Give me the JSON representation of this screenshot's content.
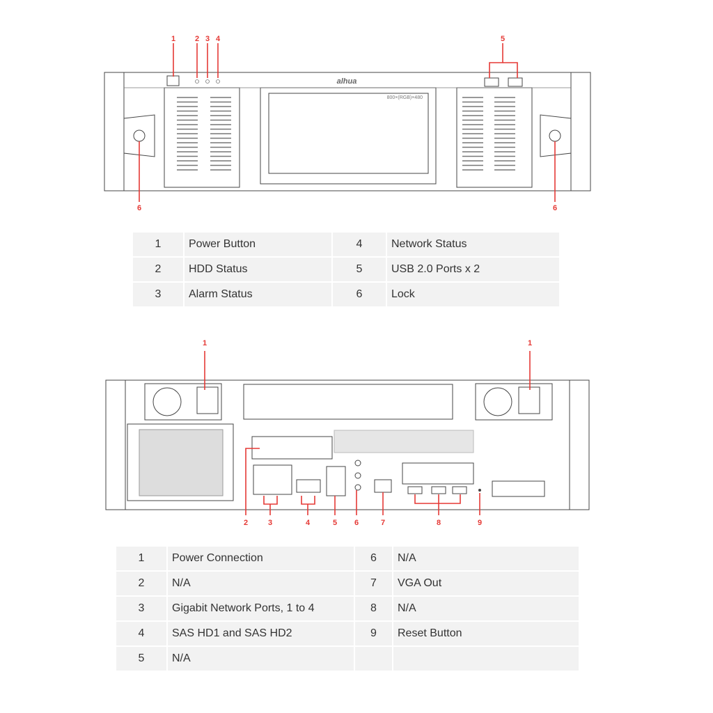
{
  "front": {
    "callouts": [
      "1",
      "2",
      "3",
      "4",
      "5",
      "6",
      "6"
    ],
    "brand": "alhua",
    "screen_label": "800×(RGB)×480",
    "legend": [
      {
        "num": "1",
        "label": "Power Button",
        "num2": "4",
        "label2": "Network Status"
      },
      {
        "num": "2",
        "label": "HDD Status",
        "num2": "5",
        "label2": "USB 2.0 Ports x 2"
      },
      {
        "num": "3",
        "label": "Alarm Status",
        "num2": "6",
        "label2": "Lock"
      }
    ]
  },
  "rear": {
    "callouts": [
      "1",
      "1",
      "2",
      "3",
      "4",
      "5",
      "6",
      "7",
      "8",
      "9"
    ],
    "legend": [
      {
        "num": "1",
        "label": "Power Connection",
        "num2": "6",
        "label2": "N/A"
      },
      {
        "num": "2",
        "label": "N/A",
        "num2": "7",
        "label2": "VGA Out"
      },
      {
        "num": "3",
        "label": "Gigabit Network Ports, 1 to 4",
        "num2": "8",
        "label2": "N/A"
      },
      {
        "num": "4",
        "label": "SAS HD1 and SAS HD2",
        "num2": "9",
        "label2": "Reset Button"
      },
      {
        "num": "5",
        "label": "N/A",
        "num2": "",
        "label2": ""
      }
    ]
  }
}
